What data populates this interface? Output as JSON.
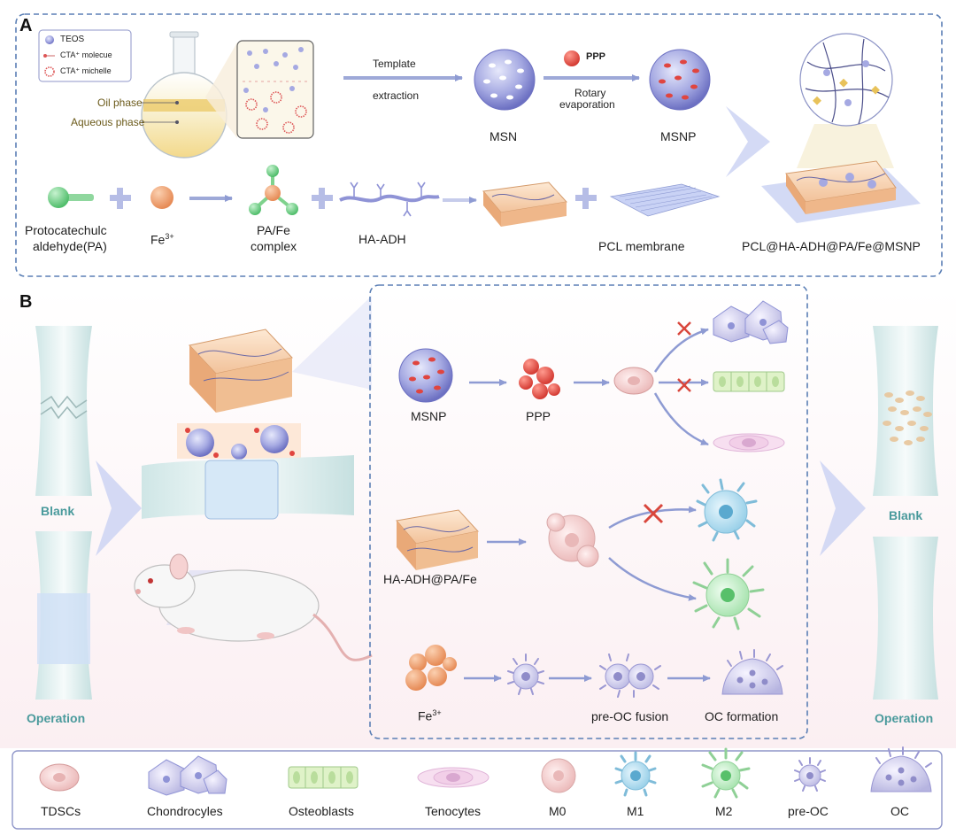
{
  "panels": {
    "a_letter": "A",
    "b_letter": "B"
  },
  "panel_a": {
    "key": [
      {
        "icon": "teos-sphere-icon",
        "label": "TEOS"
      },
      {
        "icon": "cta-molecule-icon",
        "label": "CTA⁺ molecue"
      },
      {
        "icon": "cta-michelle-icon",
        "label": "CTA⁺ michelle"
      }
    ],
    "flask_labels": {
      "oil": "Oil phase",
      "aqueous": "Aqueous phase"
    },
    "step_labels": {
      "template": "Template",
      "extraction": "extraction",
      "ppp": "PPP",
      "rotary": "Rotary",
      "evaporation": "evaporation",
      "msn": "MSN",
      "msnp": "MSNP"
    },
    "bottom_labels": {
      "pa_line1": "Protocatechulc",
      "pa_line2": "aldehyde(PA)",
      "fe": "Fe",
      "fe_sup": "3+",
      "pafe_line1": "PA/Fe",
      "pafe_line2": "complex",
      "haadh": "HA-ADH",
      "pcl": "PCL membrane",
      "final": "PCL@HA-ADH@PA/Fe@MSNP"
    }
  },
  "panel_b": {
    "bone_labels": {
      "left_blank": "Blank",
      "left_operation": "Operation",
      "right_blank": "Blank",
      "right_operation": "Operation"
    },
    "mech_labels": {
      "msnp": "MSNP",
      "ppp": "PPP",
      "haadh_pafe": "HA-ADH@PA/Fe",
      "fe": "Fe",
      "fe_sup": "3+",
      "preoc_fusion": "pre-OC fusion",
      "oc_formation": "OC formation"
    }
  },
  "legend": [
    {
      "icon": "tdsc-cell-icon",
      "label": "TDSCs"
    },
    {
      "icon": "chondrocyte-cell-icon",
      "label": "Chondrocyles"
    },
    {
      "icon": "osteoblast-cell-icon",
      "label": "Osteoblasts"
    },
    {
      "icon": "tenocyte-cell-icon",
      "label": "Tenocytes"
    },
    {
      "icon": "m0-cell-icon",
      "label": "M0"
    },
    {
      "icon": "m1-cell-icon",
      "label": "M1"
    },
    {
      "icon": "m2-cell-icon",
      "label": "M2"
    },
    {
      "icon": "pre-oc-cell-icon",
      "label": "pre-OC"
    },
    {
      "icon": "oc-cell-icon",
      "label": "OC"
    }
  ],
  "colors": {
    "frame_dash": "#5b7fb5",
    "arrow": "#9ea9d8",
    "particle_red": "#e0453f",
    "silica_blue": "#8f93d6",
    "orange_fe": "#f0a070",
    "green_pa": "#6fcf85",
    "teal_text": "#4a9a9c",
    "inhibit_x": "#d9463c"
  }
}
